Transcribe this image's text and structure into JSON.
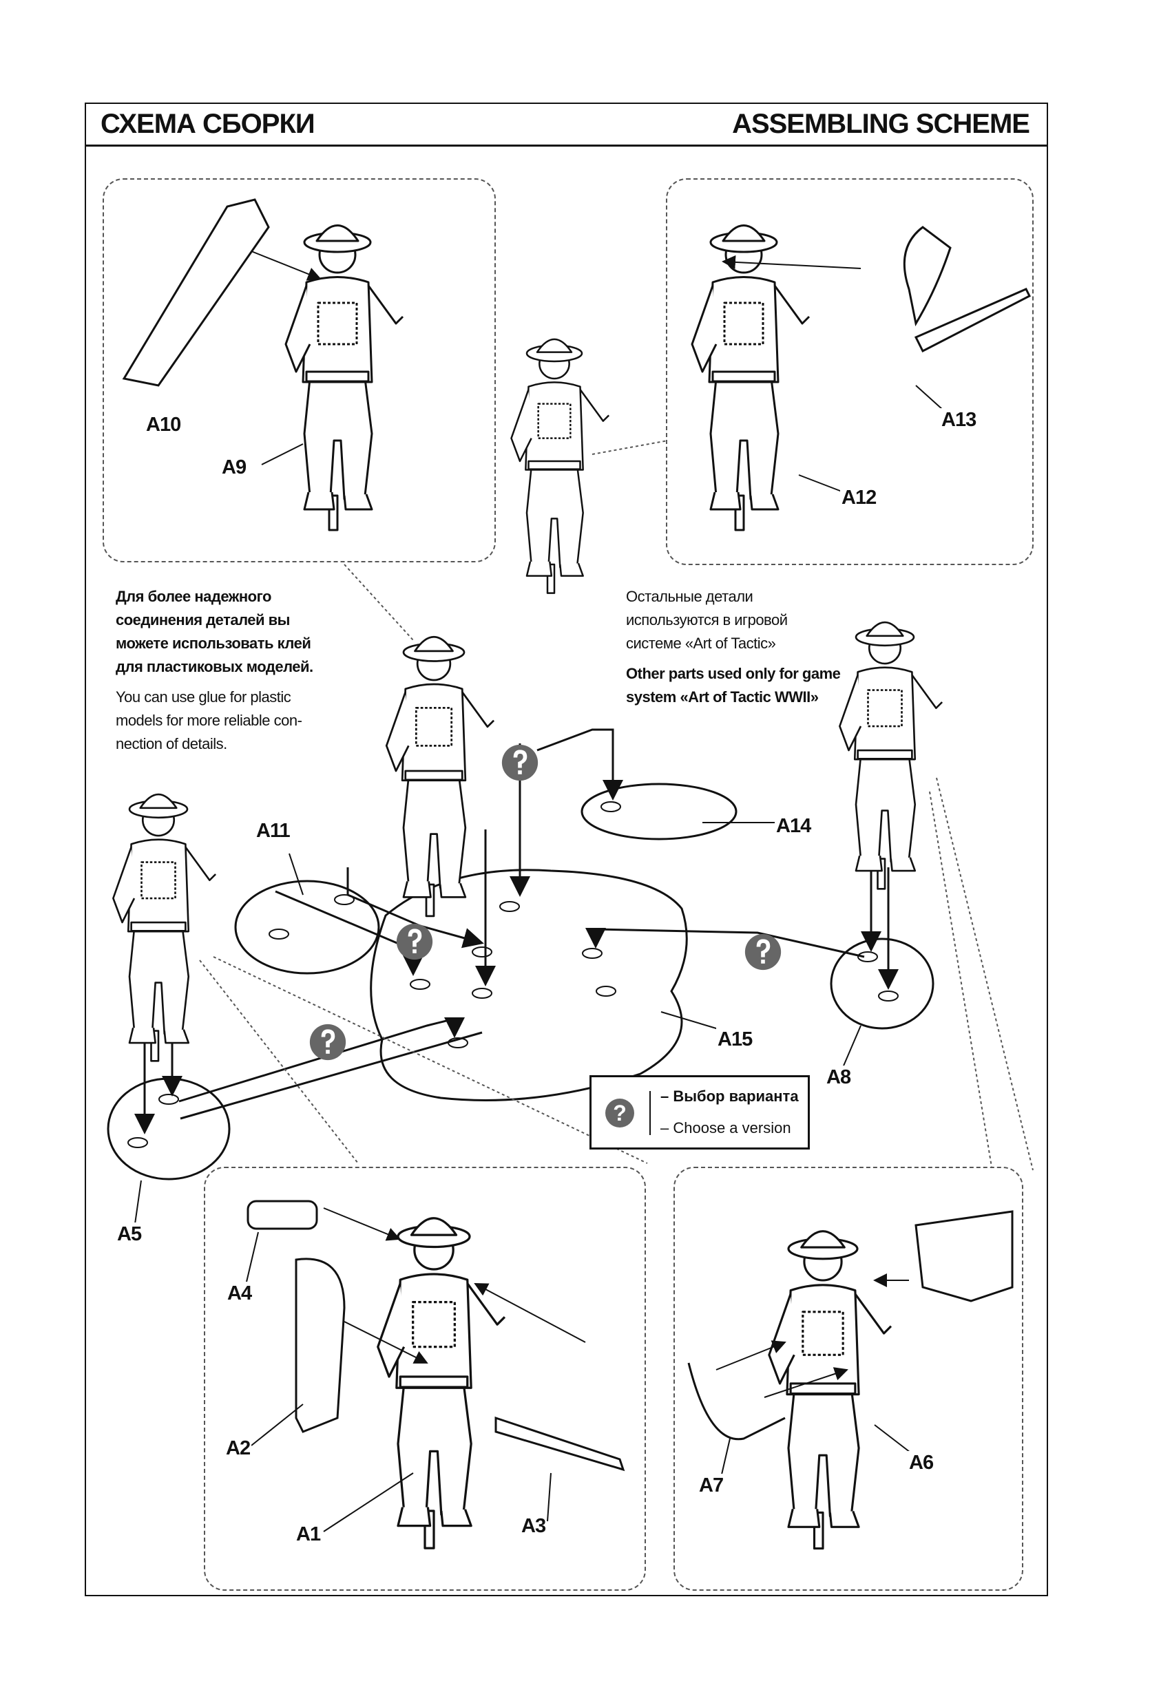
{
  "header": {
    "title_ru": "СХЕМА СБОРКИ",
    "title_en": "ASSEMBLING SCHEME"
  },
  "notes": {
    "glue_ru": [
      "Для более надежного",
      "соединения деталей вы",
      "можете использовать клей",
      "для пластиковых моделей."
    ],
    "glue_en": [
      "You can use glue for plastic",
      "models for more reliable con-",
      "nection of details."
    ],
    "other_ru": [
      "Остальные детали",
      "используются в игровой",
      "системе «Art of Tactic»"
    ],
    "other_en": [
      "Other parts used only for game",
      "system «Art of Tactic WWII»"
    ]
  },
  "legend": {
    "icon": "question-mark-icon",
    "symbol": "?",
    "label_ru": "– Выбор варианта",
    "label_en": "– Choose a version"
  },
  "parts": {
    "a1": "A1",
    "a2": "A2",
    "a3": "A3",
    "a4": "A4",
    "a5": "A5",
    "a6": "A6",
    "a7": "A7",
    "a8": "A8",
    "a9": "A9",
    "a10": "A10",
    "a11": "A11",
    "a12": "A12",
    "a13": "A13",
    "a14": "A14",
    "a15": "A15"
  }
}
